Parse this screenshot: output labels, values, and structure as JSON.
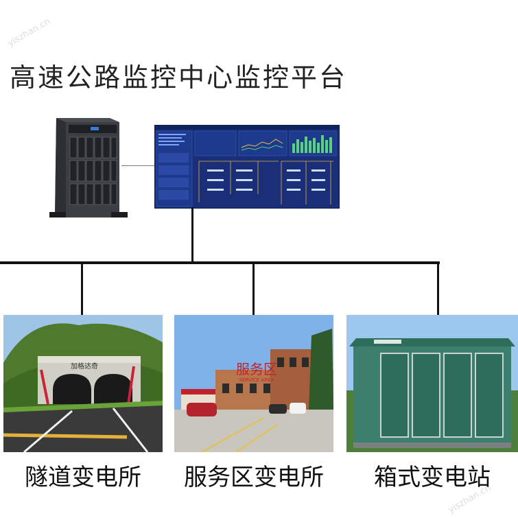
{
  "title": "高速公路监控中心监控平台",
  "sites": [
    {
      "caption": "隧道变电所",
      "tunnel_text": "加格达奇"
    },
    {
      "caption": "服务区变电所",
      "sign_main": "服务区",
      "sign_sub": "SERVICE AREA"
    },
    {
      "caption": "箱式变电站"
    }
  ],
  "watermark": "yiszhan.cn"
}
